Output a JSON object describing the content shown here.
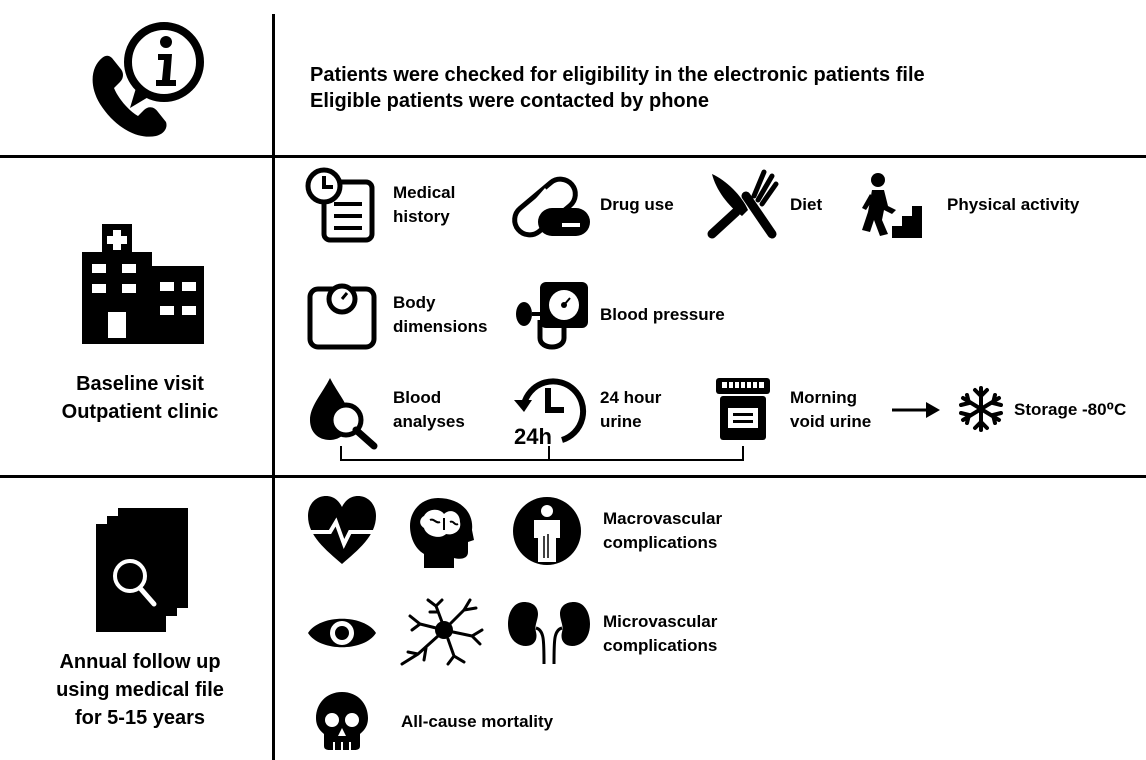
{
  "section1": {
    "lines": [
      "Patients were checked for eligibility in the electronic patients file",
      "Eligible patients were contacted by phone"
    ]
  },
  "section2": {
    "label_lines": [
      "Baseline visit",
      "Outpatient clinic"
    ],
    "items": {
      "medical_history": [
        "Medical",
        "history"
      ],
      "drug_use": "Drug use",
      "diet": "Diet",
      "physical_activity": "Physical activity",
      "body_dimensions": [
        "Body",
        "dimensions"
      ],
      "blood_pressure": "Blood pressure",
      "blood_analyses": [
        "Blood",
        "analyses"
      ],
      "urine_24h": [
        "24 hour",
        "urine"
      ],
      "morning_urine": [
        "Morning",
        "void urine"
      ],
      "storage": "Storage -80⁰C",
      "clock_badge": "24h"
    }
  },
  "section3": {
    "label_lines": [
      "Annual follow up",
      "using medical file",
      "for 5-15 years"
    ],
    "macro": [
      "Macrovascular",
      "complications"
    ],
    "micro": [
      "Microvascular",
      "complications"
    ],
    "mortality": "All-cause mortality"
  }
}
